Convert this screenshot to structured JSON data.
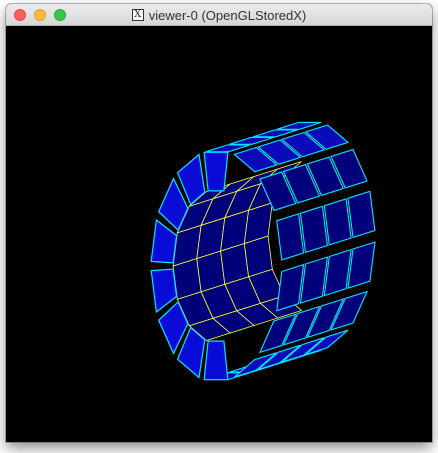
{
  "window": {
    "title": "viewer-0 (OpenGLStoredX)",
    "title_icon": "X",
    "controls": {
      "close": "close",
      "minimize": "minimize",
      "zoom": "zoom"
    }
  },
  "viewport": {
    "background_color": "#000000",
    "scene": "calorimeter-ring-of-boxes",
    "face_color": "#0b0bd8",
    "dark_face_color": "#00007a",
    "edge_color_outer": "#00e5ff",
    "edge_color_inner": "#ffff33"
  }
}
